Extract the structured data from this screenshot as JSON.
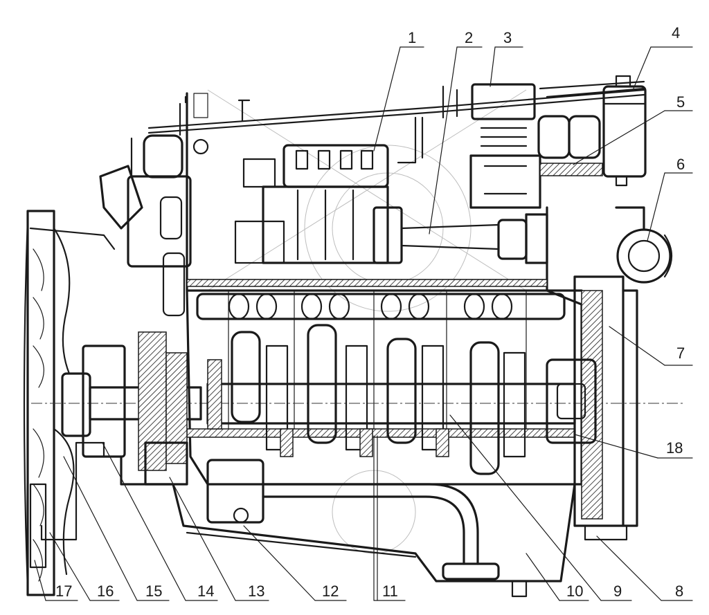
{
  "diagram": {
    "callouts": [
      {
        "id": "c1",
        "label": "1"
      },
      {
        "id": "c2",
        "label": "2"
      },
      {
        "id": "c3",
        "label": "3"
      },
      {
        "id": "c4",
        "label": "4"
      },
      {
        "id": "c5",
        "label": "5"
      },
      {
        "id": "c6",
        "label": "6"
      },
      {
        "id": "c7",
        "label": "7"
      },
      {
        "id": "c8",
        "label": "8"
      },
      {
        "id": "c9",
        "label": "9"
      },
      {
        "id": "c10",
        "label": "10"
      },
      {
        "id": "c11",
        "label": "11"
      },
      {
        "id": "c12",
        "label": "12"
      },
      {
        "id": "c13",
        "label": "13"
      },
      {
        "id": "c14",
        "label": "14"
      },
      {
        "id": "c15",
        "label": "15"
      },
      {
        "id": "c16",
        "label": "16"
      },
      {
        "id": "c17",
        "label": "17"
      },
      {
        "id": "c18",
        "label": "18"
      }
    ],
    "colors": {
      "ink": "#1a1a1a",
      "background": "#ffffff",
      "sketch": "#bdbdbd"
    }
  }
}
